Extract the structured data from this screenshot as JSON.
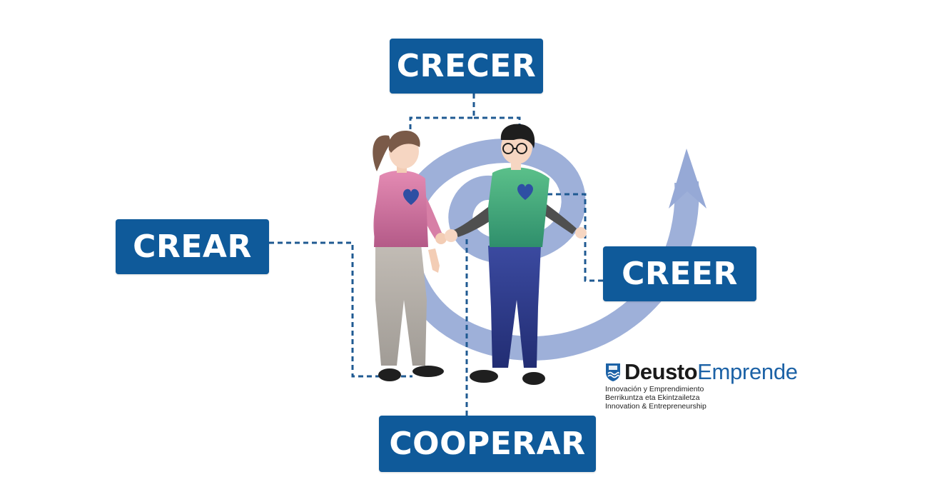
{
  "labels": {
    "crecer": "CRECER",
    "crear": "CREAR",
    "creer": "CREER",
    "cooperar": "COOPERAR"
  },
  "logo": {
    "word1": "Deusto",
    "word2": "Emprende",
    "line1": "Innovación y Emprendimiento",
    "line2": "Berrikuntza eta Ekintzailetza",
    "line3": "Innovation & Entrepreneurship"
  },
  "colors": {
    "box_fill": "#0f5a9a",
    "box_text": "#ffffff",
    "spiral": "#96a9d6",
    "connector": "#1f5a92",
    "heart": "#2e4fa3",
    "woman_shirt": "#d77fa6",
    "man_shirt": "#3aa874",
    "man_pants": "#2f3c8f",
    "woman_pants": "#b0aba5"
  },
  "icons": [
    "spiral-arrow-icon",
    "heart-icon",
    "university-shield-icon"
  ]
}
